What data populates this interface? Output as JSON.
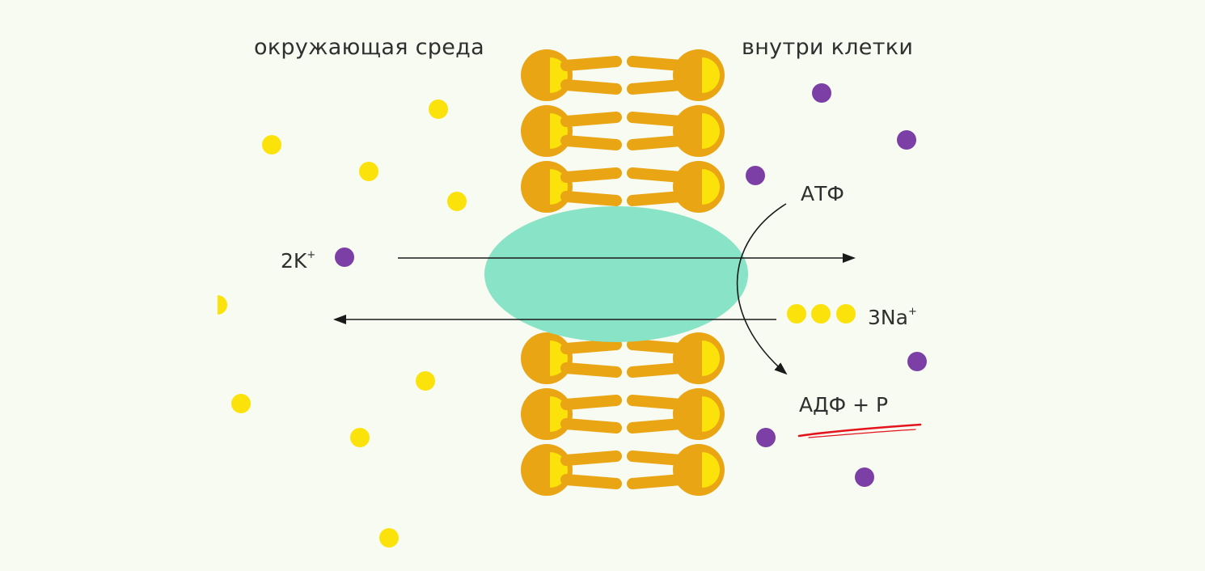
{
  "labels": {
    "outside": "окружающая среда",
    "inside": "внутри клетки",
    "potassium": "2K",
    "potassium_charge": "+",
    "sodium": "3Na",
    "sodium_charge": "+",
    "atp": "АТФ",
    "adp": "АДФ + P"
  },
  "colors": {
    "background": "#f8fbf2",
    "lipid_head": "#e9a514",
    "lipid_head_inner": "#fbe20a",
    "lipid_tail": "#e9a514",
    "protein_channel": "#89e3c6",
    "sodium_ion": "#fbe20a",
    "potassium_ion": "#7b3fa6",
    "arrow": "#1a1a1a",
    "underline": "#e3141c"
  },
  "icons": {
    "sodium": "yellow-dot",
    "potassium": "purple-dot",
    "lipid": "phospholipid-icon",
    "pump": "protein-channel-icon"
  }
}
